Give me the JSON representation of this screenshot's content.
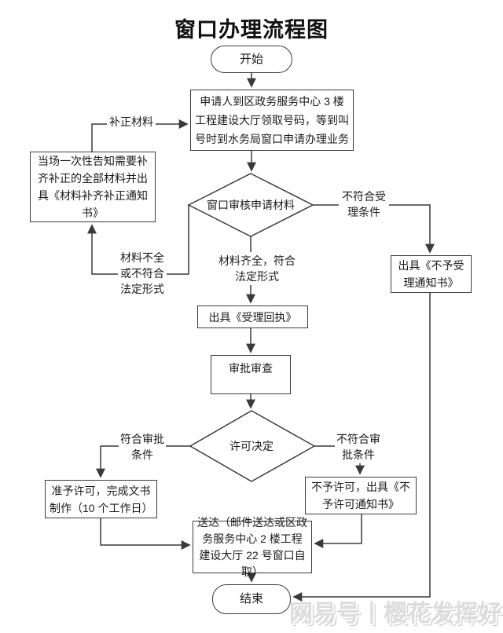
{
  "title": "窗口办理流程图",
  "nodes": {
    "start": "开始",
    "apply": "申请人到区政务服务中心 3 楼工程建设大厅领取号码，等到叫号时到水务局窗口申请办理业务",
    "review_materials": "窗口审核申请材料",
    "supplement_notice": "当场一次性告知需要补齐补正的全部材料并出具《材料补齐补正通知书》",
    "reject_acceptance": "出具《不予受理通知书》",
    "acceptance_receipt": "出具《受理回执》",
    "approval_review": "审批审查",
    "permit_decision": "许可决定",
    "grant_permit": "准予许可，完成文书制作（10 个工作日）",
    "deny_permit": "不予许可，出具《不予许可通知书》",
    "delivery": "送达（邮件送达或区政务服务中心 2 楼工程建设大厅 22 号窗口自取）",
    "end": "结束"
  },
  "edge_labels": {
    "supplement_materials": "补正材料",
    "not_acceptable": "不符合受理条件",
    "materials_incomplete": "材料不全或不符合法定形式",
    "materials_complete": "材料齐全，符合法定形式",
    "meets_approval": "符合审批条件",
    "not_meets_approval": "不符合审批条件"
  },
  "watermark": "网易号丨樱花发挥好",
  "colors": {
    "line": "#3a3a3a",
    "border": "#3c3c3c",
    "text": "#1a1a1a",
    "watermark": "#dcdcdc",
    "background": "#ffffff"
  }
}
